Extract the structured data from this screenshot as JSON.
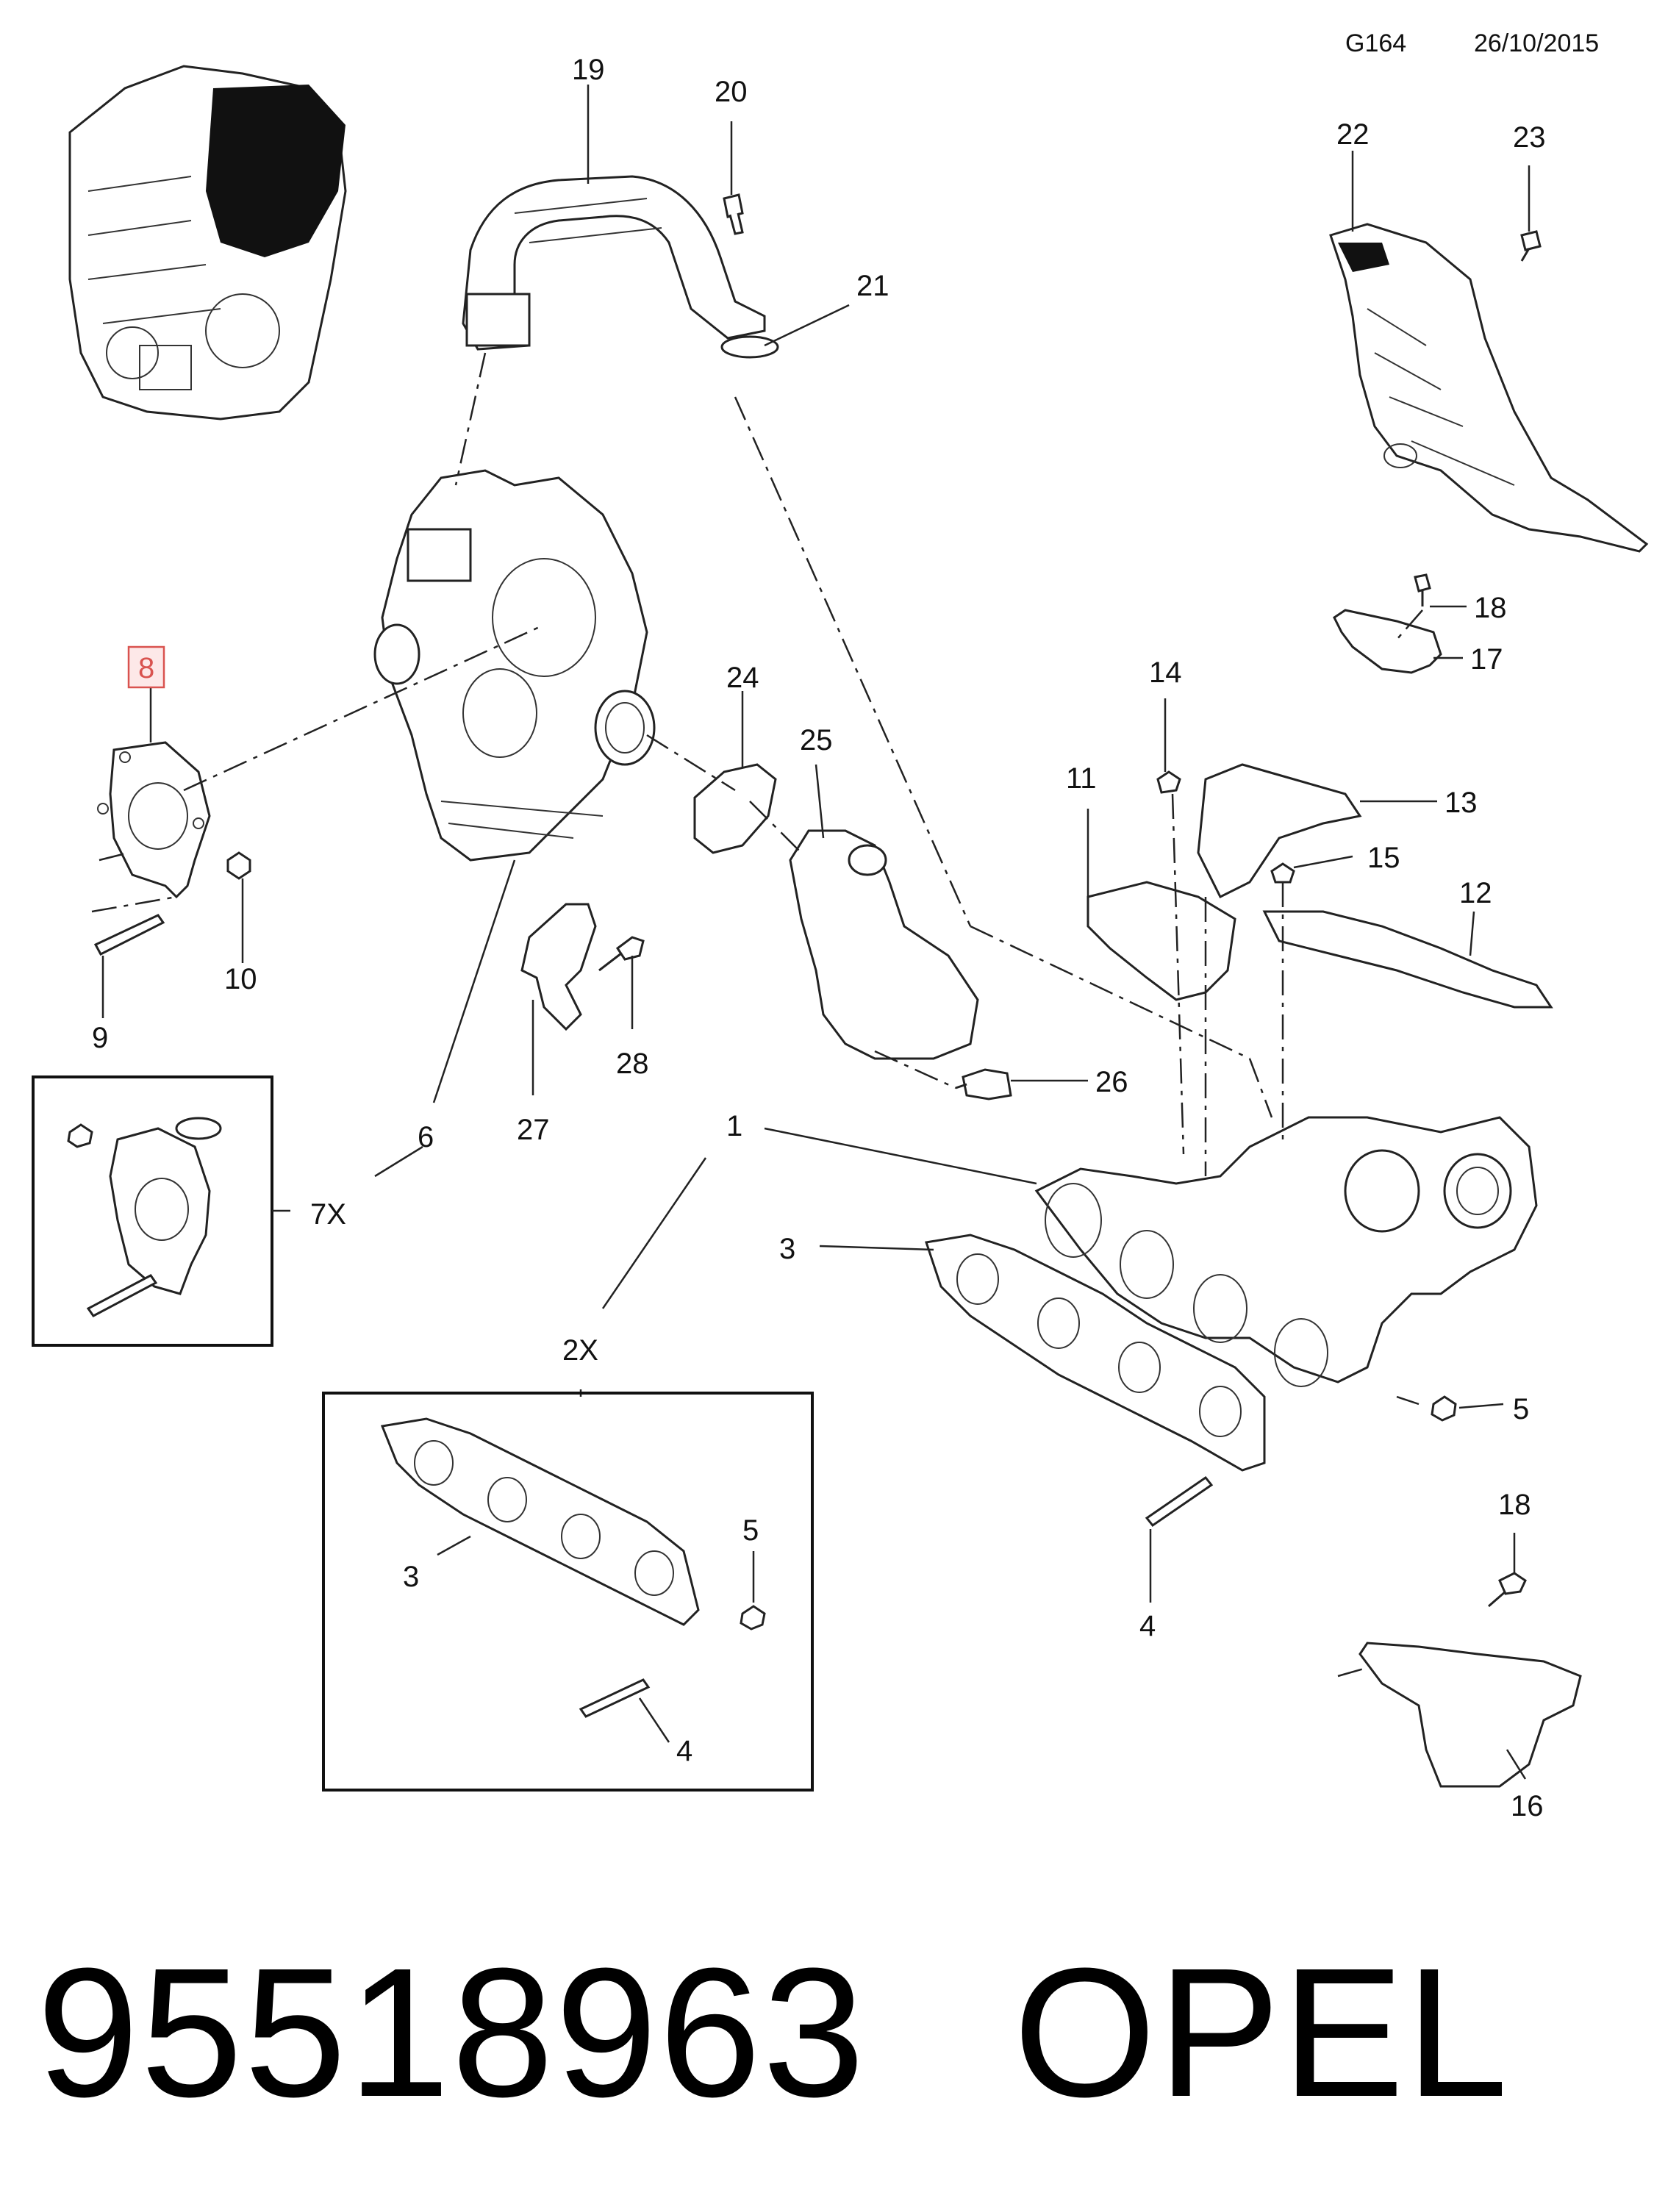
{
  "header": {
    "code": "G164",
    "date": "26/10/2015"
  },
  "callouts": {
    "c1": "1",
    "c2x": "2X",
    "c3": "3",
    "c3b": "3",
    "c4": "4",
    "c4b": "4",
    "c5": "5",
    "c5b": "5",
    "c6": "6",
    "c7x": "7X",
    "c8": "8",
    "c9": "9",
    "c10": "10",
    "c11": "11",
    "c12": "12",
    "c13": "13",
    "c14": "14",
    "c15": "15",
    "c16": "16",
    "c17": "17",
    "c18a": "18",
    "c18b": "18",
    "c19": "19",
    "c20": "20",
    "c21": "21",
    "c22": "22",
    "c23": "23",
    "c24": "24",
    "c25": "25",
    "c26": "26",
    "c27": "27",
    "c28": "28"
  },
  "highlight": {
    "callout": "8",
    "color": "#d9534f"
  },
  "footer": {
    "part_number": "95518963",
    "brand": "OPEL"
  }
}
